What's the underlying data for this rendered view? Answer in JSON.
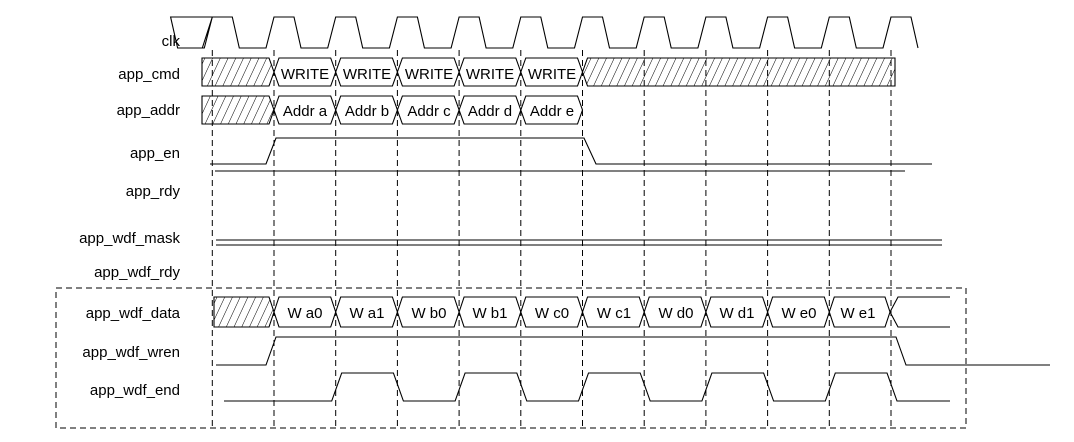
{
  "signals": [
    {
      "id": "clk",
      "label": "clk"
    },
    {
      "id": "app_cmd",
      "label": "app_cmd"
    },
    {
      "id": "app_addr",
      "label": "app_addr"
    },
    {
      "id": "app_en",
      "label": "app_en"
    },
    {
      "id": "app_rdy",
      "label": "app_rdy"
    },
    {
      "id": "app_wdf_mask",
      "label": "app_wdf_mask"
    },
    {
      "id": "app_wdf_rdy",
      "label": "app_wdf_rdy"
    },
    {
      "id": "app_wdf_data",
      "label": "app_wdf_data"
    },
    {
      "id": "app_wdf_wren",
      "label": "app_wdf_wren"
    },
    {
      "id": "app_wdf_end",
      "label": "app_wdf_end"
    }
  ],
  "app_cmd_values": [
    "WRITE",
    "WRITE",
    "WRITE",
    "WRITE",
    "WRITE"
  ],
  "app_addr_values": [
    "Addr a",
    "Addr b",
    "Addr c",
    "Addr d",
    "Addr e"
  ],
  "app_wdf_data_values": [
    "W a0",
    "W a1",
    "W b0",
    "W b1",
    "W c0",
    "W c1",
    "W d0",
    "W d1",
    "W e0",
    "W e1"
  ]
}
